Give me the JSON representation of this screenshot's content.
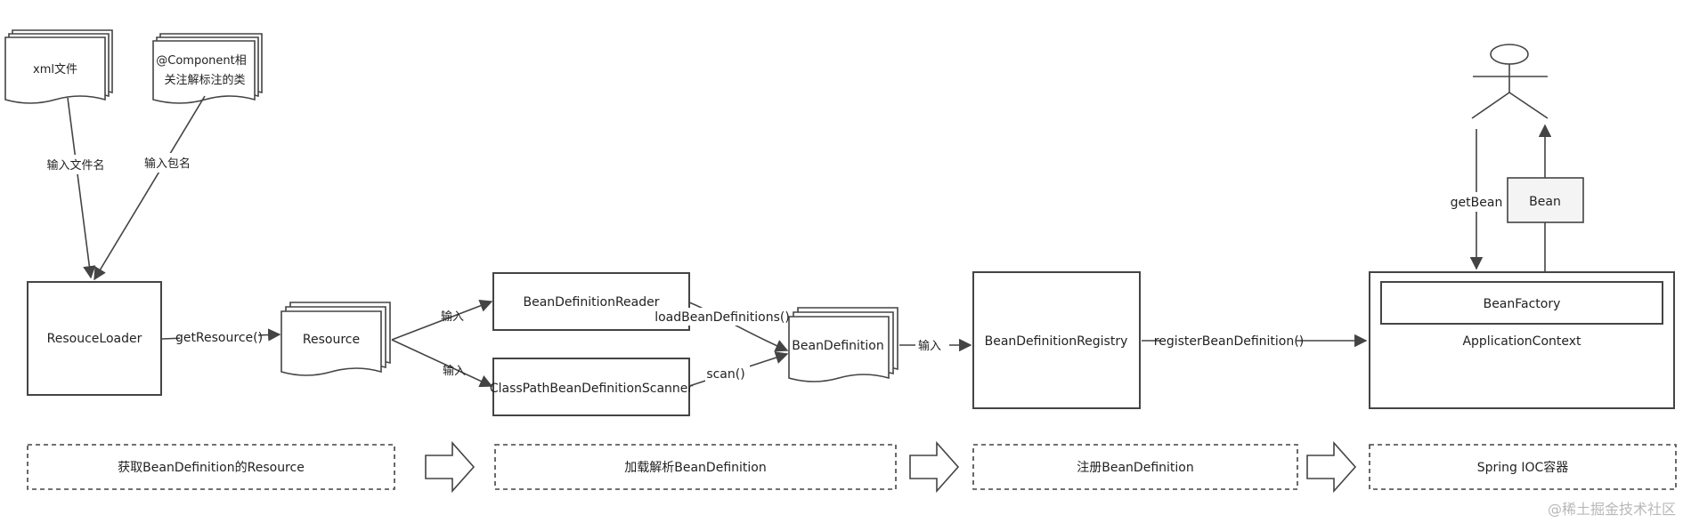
{
  "docs": {
    "xml": "xml文件",
    "component_line1": "@Component相",
    "component_line2": "关注解标注的类",
    "resource": "Resource",
    "bean_definition": "BeanDefinition"
  },
  "boxes": {
    "resource_loader": "ResouceLoader",
    "reader": "BeanDefinitionReader",
    "scanner": "ClassPathBeanDefinitionScanner",
    "registry": "BeanDefinitionRegistry",
    "bean_factory": "BeanFactory",
    "application_context": "ApplicationContext",
    "bean": "Bean"
  },
  "edges": {
    "input_filename": "输入文件名",
    "input_package": "输入包名",
    "get_resource": "getResource()",
    "input_1": "输入",
    "input_2": "输入",
    "load_bean_definitions": "loadBeanDefinitions()",
    "scan": "scan()",
    "input_3": "输入",
    "register_bean_definition": "registerBeanDefinition()",
    "get_bean": "getBean"
  },
  "stages": [
    "获取BeanDefinition的Resource",
    "加载解析BeanDefinition",
    "注册BeanDefinition",
    "Spring IOC容器"
  ],
  "watermark": "@稀土掘金技术社区"
}
